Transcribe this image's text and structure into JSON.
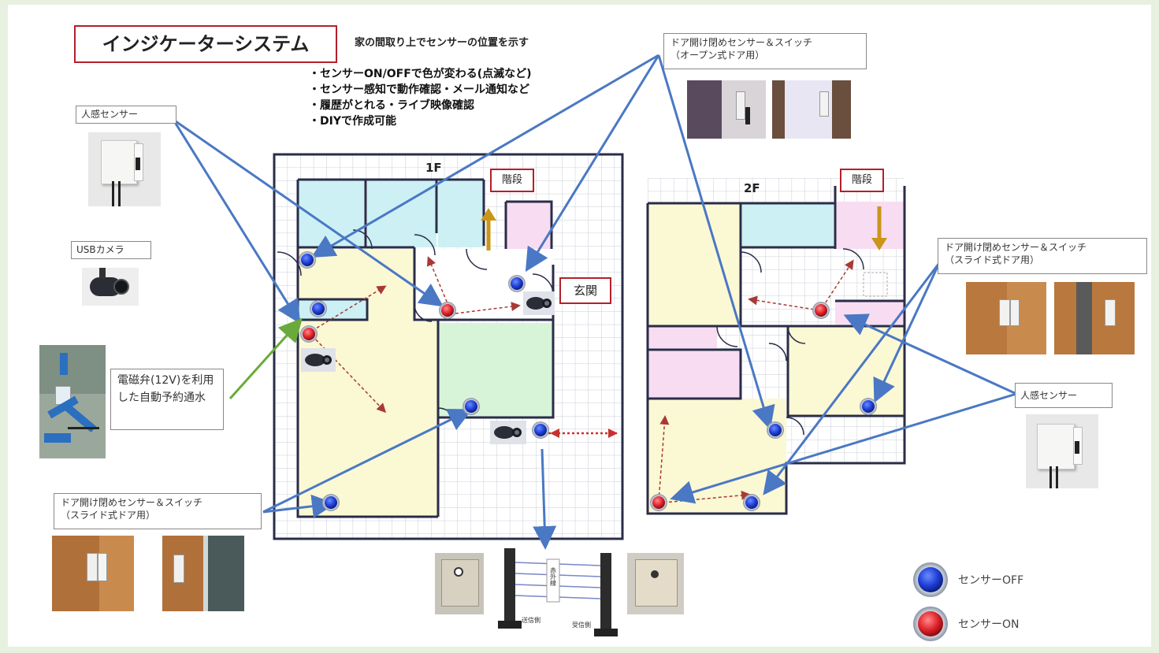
{
  "title": "インジケーターシステム",
  "subtitle": "家の間取り上でセンサーの位置を示す",
  "bullets": [
    "・センサーON/OFFで色が変わる(点滅など)",
    "・センサー感知で動作確認・メール通知など",
    "・履歴がとれる・ライブ映像確認",
    "・DIYで作成可能"
  ],
  "labels": {
    "motion_sensor_left": "人感センサー",
    "usb_camera": "USBカメラ",
    "solenoid": "電磁弁(12V)を利用した自動予約通水",
    "door_slide_left": "ドア開け閉めセンサー＆スイッチ\n（スライド式ドア用）",
    "door_open_top": "ドア開け閉めセンサー＆スイッチ\n（オープン式ドア用）",
    "door_slide_right": "ドア開け閉めセンサー＆スイッチ\n（スライド式ドア用）",
    "motion_sensor_right": "人感センサー"
  },
  "floor1": {
    "label": "1F",
    "stairs": "階段",
    "entrance": "玄関"
  },
  "floor2": {
    "label": "2F",
    "stairs": "階段"
  },
  "ir_sensor": {
    "beam": "赤外線",
    "sender": "送信側",
    "receiver": "受信側"
  },
  "legend": {
    "off": "センサーOFF",
    "on": "センサーON"
  },
  "colors": {
    "sensor_off": "#1f3fd6",
    "sensor_on": "#e0242c",
    "arrow_blue": "#4a78c4",
    "arrow_green": "#6aaa3a",
    "title_border": "#b3202a",
    "room_blue": "#ccf0f4",
    "room_yellow": "#fbf8d4",
    "room_pink": "#f8dcf2",
    "room_green": "#d8f4d8"
  }
}
